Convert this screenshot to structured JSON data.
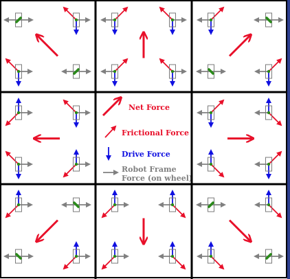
{
  "colors": {
    "net_force": "#e8102a",
    "frictional_force": "#e8102a",
    "drive_force": "#1010e0",
    "robot_frame_force": "#808080",
    "wheel_marker": "#2a8a1a",
    "wheel_outline": "#7a7a7a",
    "grid_line": "#000000",
    "right_edge": "#2d3f8f"
  },
  "legend": {
    "net_force_label": "Net Force",
    "frictional_force_label": "Frictional Force",
    "drive_force_label": "Drive Force",
    "robot_frame_line1": "Robot Frame",
    "robot_frame_line2": "Force (on wheel)"
  },
  "cells": [
    {
      "id": "top-left",
      "net": "up-left",
      "wheels": [
        {
          "pos": "tl",
          "type": "idle",
          "tilt": "ne"
        },
        {
          "pos": "tr",
          "type": "active",
          "robot": "right",
          "drive": "down",
          "friction": "up-left"
        },
        {
          "pos": "bl",
          "type": "active",
          "robot": "right",
          "drive": "down",
          "friction": "up-left"
        },
        {
          "pos": "br",
          "type": "idle",
          "tilt": "ne"
        }
      ]
    },
    {
      "id": "top-center",
      "net": "up",
      "wheels": [
        {
          "pos": "tl",
          "type": "active",
          "robot": "left",
          "drive": "down",
          "friction": "up-right"
        },
        {
          "pos": "tr",
          "type": "active",
          "robot": "right",
          "drive": "down",
          "friction": "up-left"
        },
        {
          "pos": "bl",
          "type": "active",
          "robot": "left",
          "drive": "down",
          "friction": "up-right"
        },
        {
          "pos": "br",
          "type": "active",
          "robot": "right",
          "drive": "down",
          "friction": "up-left"
        }
      ]
    },
    {
      "id": "top-right",
      "net": "up-right",
      "wheels": [
        {
          "pos": "tl",
          "type": "active",
          "robot": "left",
          "drive": "down",
          "friction": "up-right"
        },
        {
          "pos": "tr",
          "type": "idle",
          "tilt": "nw"
        },
        {
          "pos": "bl",
          "type": "idle",
          "tilt": "nw"
        },
        {
          "pos": "br",
          "type": "active",
          "robot": "left",
          "drive": "down",
          "friction": "up-right"
        }
      ]
    },
    {
      "id": "middle-left",
      "net": "left",
      "wheels": [
        {
          "pos": "tl",
          "type": "active",
          "robot": "right",
          "drive": "up",
          "friction": "down-left"
        },
        {
          "pos": "tr",
          "type": "active",
          "robot": "right",
          "drive": "down",
          "friction": "up-left"
        },
        {
          "pos": "bl",
          "type": "active",
          "robot": "right",
          "drive": "down",
          "friction": "up-left"
        },
        {
          "pos": "br",
          "type": "active",
          "robot": "right",
          "drive": "up",
          "friction": "down-left"
        }
      ]
    },
    {
      "id": "middle-right",
      "net": "right",
      "wheels": [
        {
          "pos": "tl",
          "type": "active",
          "robot": "left",
          "drive": "down",
          "friction": "up-right"
        },
        {
          "pos": "tr",
          "type": "active",
          "robot": "left",
          "drive": "up",
          "friction": "down-right"
        },
        {
          "pos": "bl",
          "type": "active",
          "robot": "left",
          "drive": "up",
          "friction": "down-right"
        },
        {
          "pos": "br",
          "type": "active",
          "robot": "left",
          "drive": "down",
          "friction": "up-right"
        }
      ]
    },
    {
      "id": "bottom-left",
      "net": "down-left",
      "wheels": [
        {
          "pos": "tl",
          "type": "active",
          "robot": "right",
          "drive": "up",
          "friction": "down-left"
        },
        {
          "pos": "tr",
          "type": "idle",
          "tilt": "nw"
        },
        {
          "pos": "bl",
          "type": "idle",
          "tilt": "nw"
        },
        {
          "pos": "br",
          "type": "active",
          "robot": "right",
          "drive": "up",
          "friction": "down-left"
        }
      ]
    },
    {
      "id": "bottom-center",
      "net": "down",
      "wheels": [
        {
          "pos": "tl",
          "type": "active",
          "robot": "right",
          "drive": "up",
          "friction": "down-left"
        },
        {
          "pos": "tr",
          "type": "active",
          "robot": "left",
          "drive": "up",
          "friction": "down-right"
        },
        {
          "pos": "bl",
          "type": "active",
          "robot": "right",
          "drive": "up",
          "friction": "down-left"
        },
        {
          "pos": "br",
          "type": "active",
          "robot": "left",
          "drive": "up",
          "friction": "down-right"
        }
      ]
    },
    {
      "id": "bottom-right",
      "net": "down-right",
      "wheels": [
        {
          "pos": "tl",
          "type": "idle",
          "tilt": "ne"
        },
        {
          "pos": "tr",
          "type": "active",
          "robot": "left",
          "drive": "up",
          "friction": "down-right"
        },
        {
          "pos": "bl",
          "type": "active",
          "robot": "left",
          "drive": "up",
          "friction": "down-right"
        },
        {
          "pos": "br",
          "type": "idle",
          "tilt": "ne"
        }
      ]
    }
  ]
}
